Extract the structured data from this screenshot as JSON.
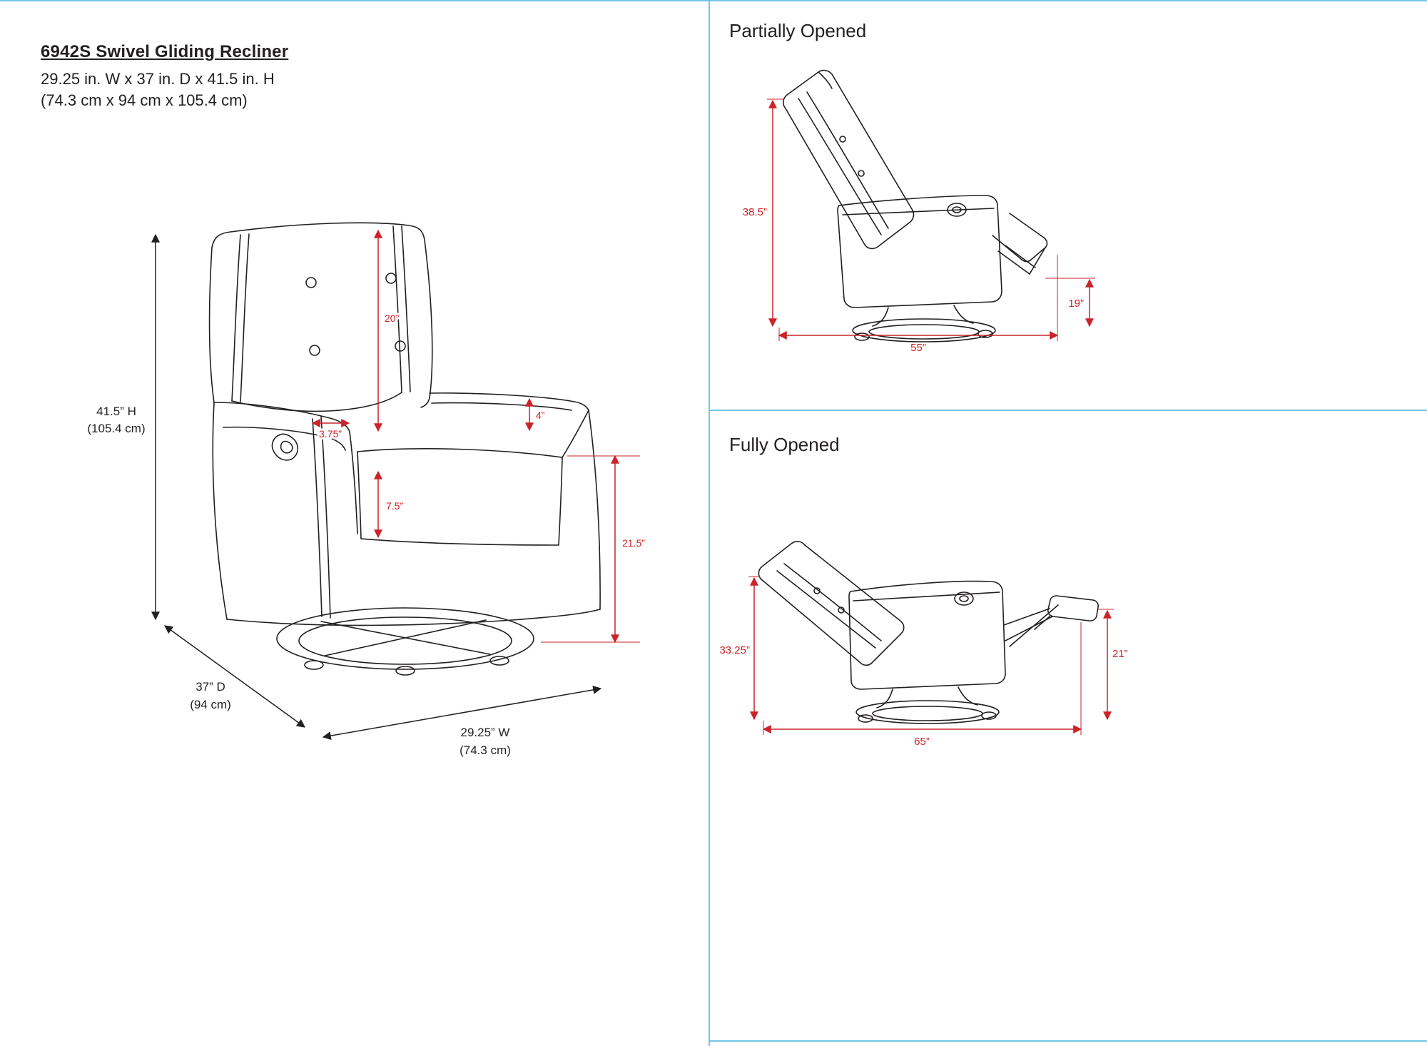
{
  "colors": {
    "dimension_red": "#cc2229",
    "line_black": "#231f20",
    "panel_border": "#74c6e4"
  },
  "title_block": {
    "model": "6942S  Swivel Gliding Recliner",
    "size_in": "29.25 in. W x 37 in. D x 41.5 in. H",
    "size_cm": "(74.3 cm x 94 cm x 105.4 cm)"
  },
  "front_view": {
    "height_in": "41.5” H",
    "height_cm": "(105.4 cm)",
    "depth_in": "37” D",
    "depth_cm": "(94 cm)",
    "width_in": "29.25” W",
    "width_cm": "(74.3 cm)",
    "back_cushion_height": "20”",
    "armrest_width": "3.75”",
    "arm_above_seat": "4”",
    "seat_cushion_thickness": "7.5”",
    "seat_height": "21.5”"
  },
  "partially_opened": {
    "title": "Partially Opened",
    "back_height": "38.5”",
    "footrest_height": "19”",
    "overall_depth": "55”"
  },
  "fully_opened": {
    "title": "Fully Opened",
    "back_height": "33.25”",
    "footrest_height": "21”",
    "overall_depth": "65”"
  }
}
